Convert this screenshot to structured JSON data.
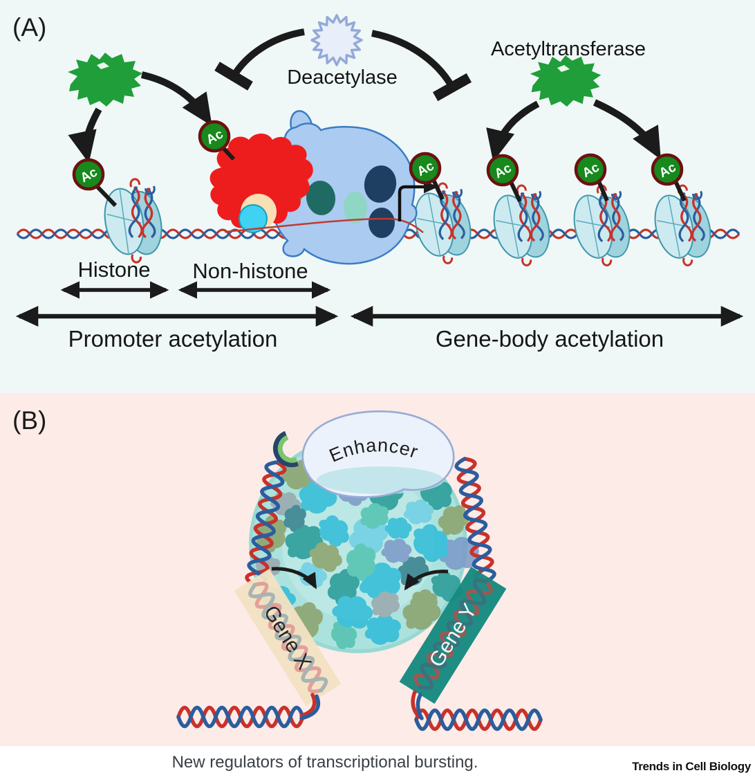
{
  "figure": {
    "caption": "New regulators of transcriptional bursting.",
    "journal": "Trends in Cell Biology"
  },
  "panelA": {
    "label": "(A)",
    "deacetylase_label": "Deacetylase",
    "acetyltransferase_label": "Acetyltransferase",
    "ac_badge": "Ac",
    "histone_label": "Histone",
    "non_histone_label": "Non-histone",
    "promoter_label": "Promoter acetylation",
    "gene_body_label": "Gene-body acetylation",
    "colors": {
      "background": "#eff8f6",
      "enzyme_green": "#1f9e3a",
      "ac_fill": "#17891d",
      "ac_border": "#6b1111",
      "dna_red": "#c8322b",
      "dna_blue": "#2b5d9e",
      "nucleosome_fill": "#cdeaf0",
      "polymerase_fill": "#abcbf1",
      "tf_red": "#ee1d1d",
      "deacetylase_fill": "#e8eefa"
    }
  },
  "panelB": {
    "label": "(B)",
    "enhancer_label": "Enhancer",
    "gene_x_label": "Gene X",
    "gene_y_label": "Gene Y",
    "colors": {
      "background": "#fcebe7",
      "condensate": "#ace2dd",
      "gene_x_box": "#f3e1c3",
      "gene_y_box": "#17897f"
    }
  }
}
